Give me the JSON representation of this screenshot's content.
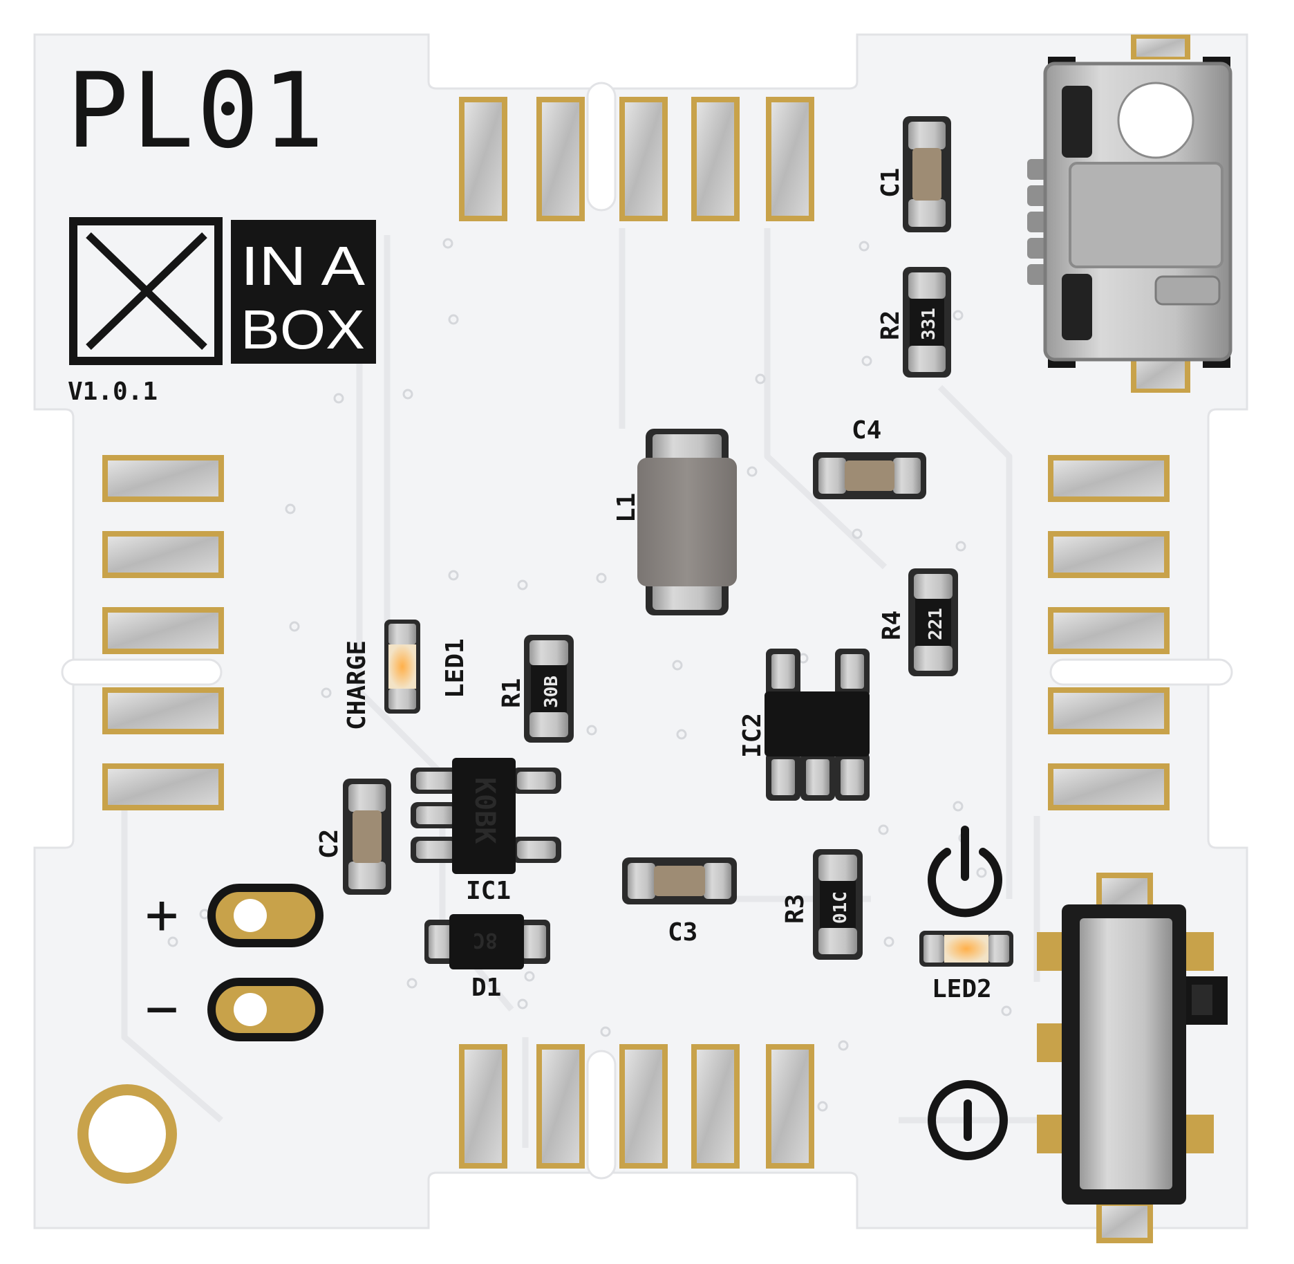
{
  "board": {
    "name": "PL01",
    "version": "V1.0.1",
    "logo_line1": "IN A",
    "logo_line2": "BOX"
  },
  "labels": {
    "c1": "C1",
    "r2": "R2",
    "c4": "C4",
    "l1": "L1",
    "charge": "CHARGE",
    "led1": "LED1",
    "r1": "R1",
    "r4": "R4",
    "ic2": "IC2",
    "c2": "C2",
    "ic1": "IC1",
    "c3": "C3",
    "r3": "R3",
    "d1": "D1",
    "led2": "LED2",
    "plus": "+",
    "minus": "−"
  },
  "markings": {
    "r2": "331",
    "r4": "221",
    "r1": "30B",
    "r3": "01C",
    "ic1": "K0BK",
    "d1": "8C"
  },
  "colors": {
    "board": "#f3f4f6",
    "silkscreen": "#151515",
    "gold": "#c8a24a",
    "tin": "#c9c9c9",
    "chip": "#141414",
    "inductor": "#8b8683"
  }
}
